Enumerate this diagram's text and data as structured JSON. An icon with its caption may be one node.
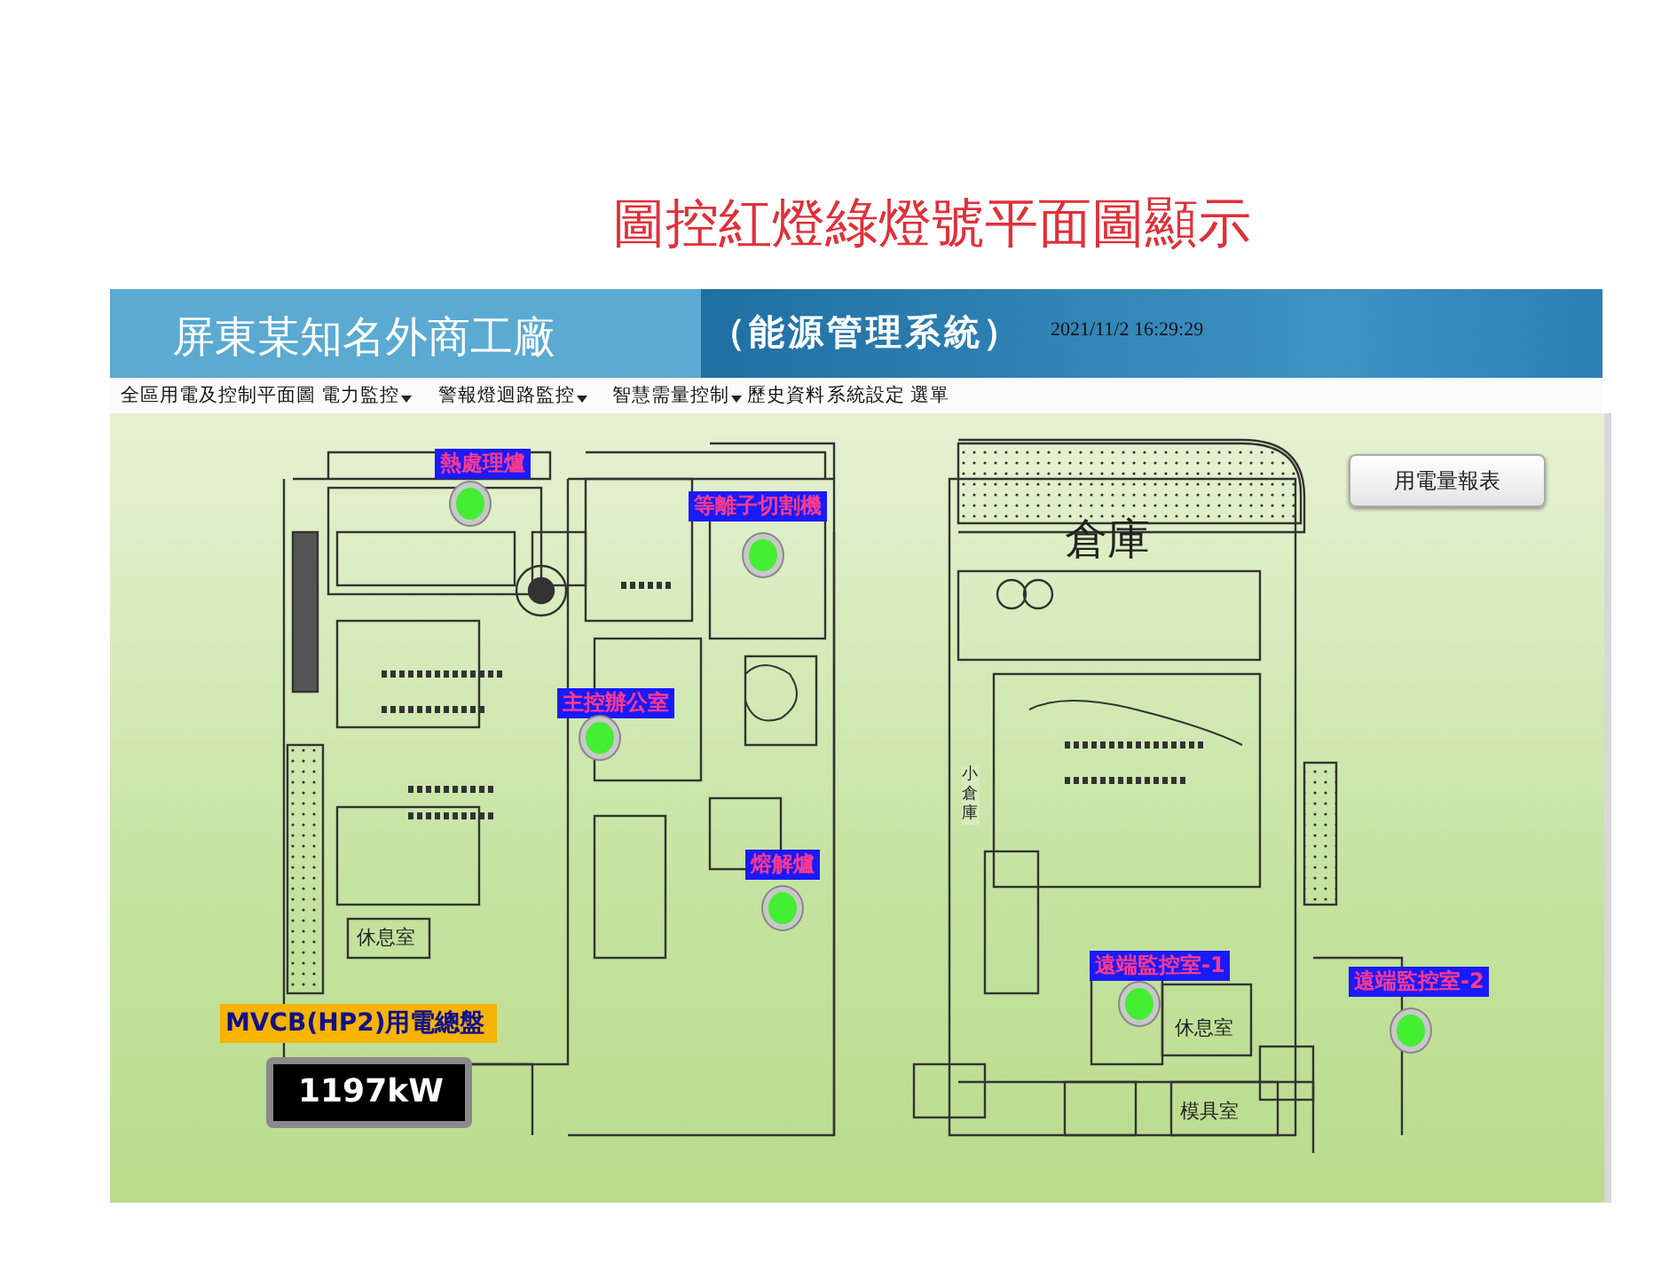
{
  "diagram": {
    "title": "圖控紅燈綠燈號平面圖顯示",
    "nodes": [
      {
        "text": [
          "熱處理爐"
        ]
      },
      {
        "text": [
          "等離子切割機"
        ]
      },
      {
        "text": [
          "主控辦公室"
        ]
      },
      {
        "text": [
          "熔解爐"
        ]
      },
      {
        "text": [
          "遠端監控室-1"
        ]
      },
      {
        "text": [
          "遠端監控室-2"
        ]
      },
      {
        "text": [
          "用電量報表"
        ]
      },
      {
        "text": [
          "MVCB(HP2)用電總盤"
        ]
      },
      {
        "text": [
          "1197kW"
        ]
      },
      {
        "text": [],
        "shape": "circle"
      },
      {
        "text": [],
        "shape": "circle"
      },
      {
        "text": [],
        "shape": "circle"
      },
      {
        "text": [],
        "shape": "circle"
      },
      {
        "text": [],
        "shape": "circle"
      },
      {
        "text": [],
        "shape": "circle"
      }
    ],
    "edges": [],
    "labels": [
      "屏東某知名外商工廠",
      "（能源管理系統）",
      "2021/11/2 16:29:29",
      "全區用電及控制平面圖",
      "電力監控",
      "警報燈迴路監控",
      "智慧需量控制",
      "歷史資料",
      "系統設定",
      "選單",
      "倉庫",
      "休息室",
      "小倉庫",
      "休息室",
      "模具室"
    ]
  }
}
